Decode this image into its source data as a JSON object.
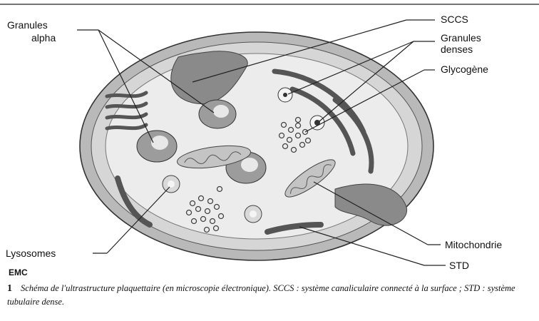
{
  "labels": {
    "granules_alpha_1": "Granules",
    "granules_alpha_2": "alpha",
    "sccs": "SCCS",
    "granules_denses_1": "Granules",
    "granules_denses_2": "denses",
    "glycogene": "Glycogène",
    "lysosomes": "Lysosomes",
    "mitochondrie": "Mitochondrie",
    "std": "STD"
  },
  "logo": "EMC",
  "caption": {
    "number": "1",
    "text": "Schéma de l'ultrastructure plaquettaire (en microscopie électronique). SCCS : système canaliculaire connecté à la surface ; STD : système tubulaire dense."
  }
}
